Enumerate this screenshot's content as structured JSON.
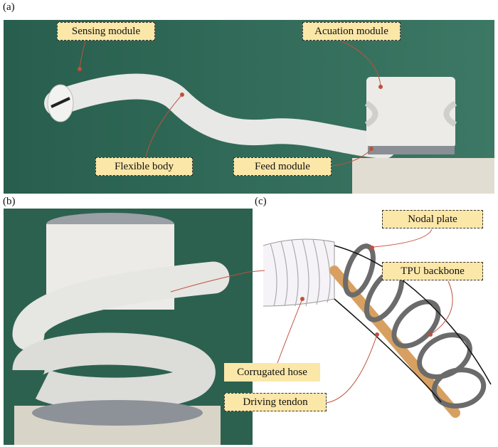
{
  "panels": {
    "a": {
      "label": "(a)",
      "callouts": [
        "Sensing module",
        "Acuation module",
        "Flexible body",
        "Feed module"
      ]
    },
    "b": {
      "label": "(b)"
    },
    "c": {
      "label": "(c)",
      "callouts": [
        "Nodal plate",
        "TPU backbone",
        "Corrugated hose",
        "Driving tendon"
      ]
    }
  },
  "colors": {
    "background_green": "#2f6b58",
    "callout_fill": "#fbe7a8",
    "leader_line": "#c0503a"
  }
}
